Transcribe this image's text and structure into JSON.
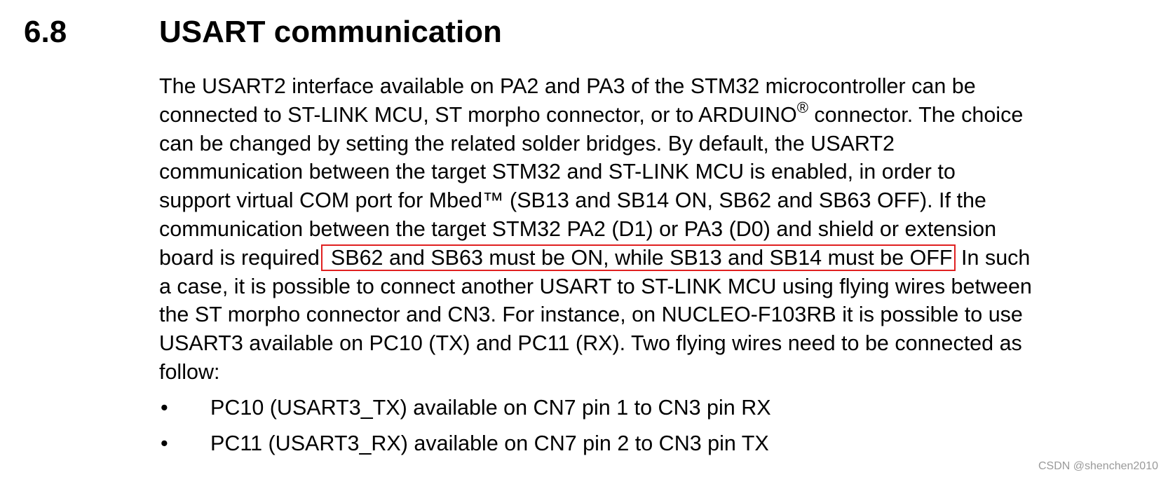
{
  "section": {
    "number": "6.8",
    "title": "USART communication"
  },
  "paragraph": {
    "line1": "The USART2 interface available on PA2 and PA3 of the STM32 microcontroller can be",
    "line2_a": "connected to ST-LINK MCU, ST morpho connector, or to ARDUINO",
    "line2_reg": "®",
    "line2_b": " connector. The choice",
    "line3": "can be changed by setting the related solder bridges. By default, the USART2",
    "line4": "communication between the target STM32 and ST-LINK MCU is enabled, in order to",
    "line5": "support virtual COM port for Mbed™ (SB13 and SB14 ON, SB62 and SB63 OFF). If the",
    "line6": "communication between the target STM32 PA2 (D1) or PA3 (D0) and shield or extension",
    "line7_a": "board is required",
    "line7_highlight": "SB62 and SB63 must be ON, while SB13 and SB14 must be OFF",
    "line7_b": " In such",
    "line8": "a case, it is possible to connect another USART to ST-LINK MCU using flying wires between",
    "line9": "the ST morpho connector and CN3. For instance, on NUCLEO-F103RB it is possible to use",
    "line10": "USART3 available on PC10 (TX) and PC11 (RX). Two flying wires need to be connected as",
    "line11": "follow:"
  },
  "bullets": {
    "symbol": "•",
    "items": [
      "PC10 (USART3_TX) available on CN7 pin 1 to CN3 pin RX",
      "PC11 (USART3_RX) available on CN7 pin 2 to CN3 pin TX"
    ]
  },
  "annotation": {
    "highlight_color": "#e02020"
  },
  "watermark": "CSDN @shenchen2010"
}
